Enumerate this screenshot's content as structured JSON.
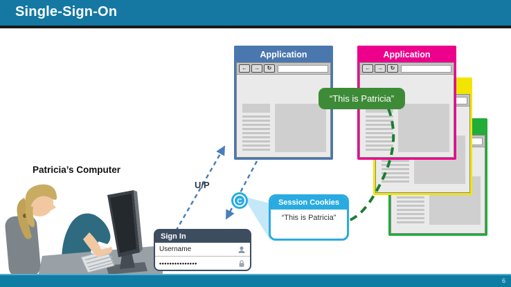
{
  "slide": {
    "title": "Single-Sign-On",
    "page_number": "6"
  },
  "computer": {
    "label": "Patricia’s Computer"
  },
  "arrows": {
    "up_label": "U/P"
  },
  "windows": {
    "app_blue": {
      "title": "Application",
      "frame_color": "#4A77AE"
    },
    "app_pink": {
      "title": "Application",
      "frame_color": "#EC008C"
    },
    "app_yellow": {
      "frame_color": "#F2E500"
    },
    "app_green": {
      "frame_color": "#22AC38"
    }
  },
  "browser_chrome": {
    "back_icon": "←",
    "forward_icon": "→",
    "refresh_icon": "↻"
  },
  "speech_bubble": {
    "text": "“This is Patricia”",
    "color": "#3D8B37"
  },
  "session_cookies": {
    "title": "Session Cookies",
    "text": "“This is Patricia”",
    "color": "#29ABE2"
  },
  "cookie_icon": {
    "letter": "C",
    "color": "#29ABE2"
  },
  "signin": {
    "title": "Sign In",
    "username": "Username",
    "password_masked": "•••••••••••••••",
    "frame_color": "#3D4D60"
  },
  "theme": {
    "header_bg": "#1478A3",
    "footer_bg": "#0F7CA4",
    "arrow_blue": "#4A7EBB",
    "dash_green": "#1E7D32"
  }
}
